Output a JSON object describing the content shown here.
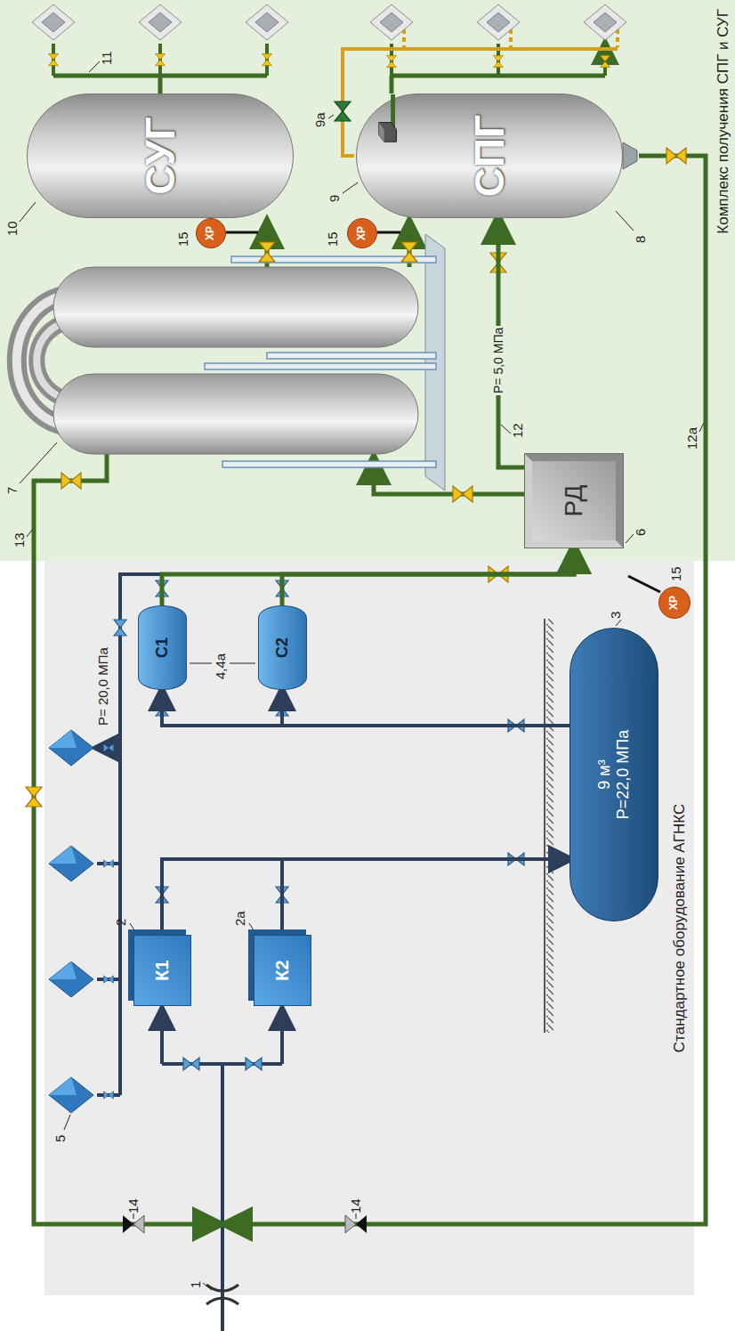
{
  "diagram": {
    "nodes": [
      {
        "text": [
          "Стандартное оборудование АГНКС"
        ]
      },
      {
        "text": [
          "К1"
        ],
        "in": 0
      },
      {
        "text": [
          "К2"
        ],
        "in": 0
      },
      {
        "text": [
          "9 м³",
          "P=22,0 МПа"
        ],
        "in": 0
      },
      {
        "text": [
          "С1"
        ],
        "in": 0
      },
      {
        "text": [
          "С2"
        ],
        "in": 0
      },
      {
        "text": [
          "ХР"
        ],
        "in": 0
      },
      {
        "text": [
          "Комплекс получения СПГ и СУГ"
        ]
      },
      {
        "text": [
          "РД"
        ],
        "in": 7
      },
      {
        "text": [
          "ХР"
        ],
        "in": 7
      },
      {
        "text": [
          "ХР"
        ],
        "in": 7
      },
      {
        "text": [
          "СУГ"
        ],
        "in": 7
      },
      {
        "text": [
          "СПГ"
        ],
        "in": 7
      }
    ],
    "edges": [
      {
        "from": 1,
        "to": 3,
        "arrow": "to"
      },
      {
        "from": 2,
        "to": 3,
        "arrow": "to"
      },
      {
        "from": 3,
        "to": 4,
        "arrow": "to"
      },
      {
        "from": 3,
        "to": 5,
        "arrow": "to"
      },
      {
        "from": 4,
        "to": 8,
        "arrow": "to"
      },
      {
        "from": 5,
        "to": 8,
        "arrow": "to"
      },
      {
        "from": 8,
        "to": 12,
        "label": "P= 5,0 МПа",
        "arrow": "to"
      }
    ],
    "labels": [
      "1",
      "2",
      "2a",
      "3",
      "4,4a",
      "5",
      "P= 20,0 МПа",
      "6",
      "7",
      "8",
      "9",
      "9a",
      "10",
      "11",
      "12",
      "12a",
      "13",
      "14",
      "14",
      "15",
      "15",
      "15"
    ]
  }
}
